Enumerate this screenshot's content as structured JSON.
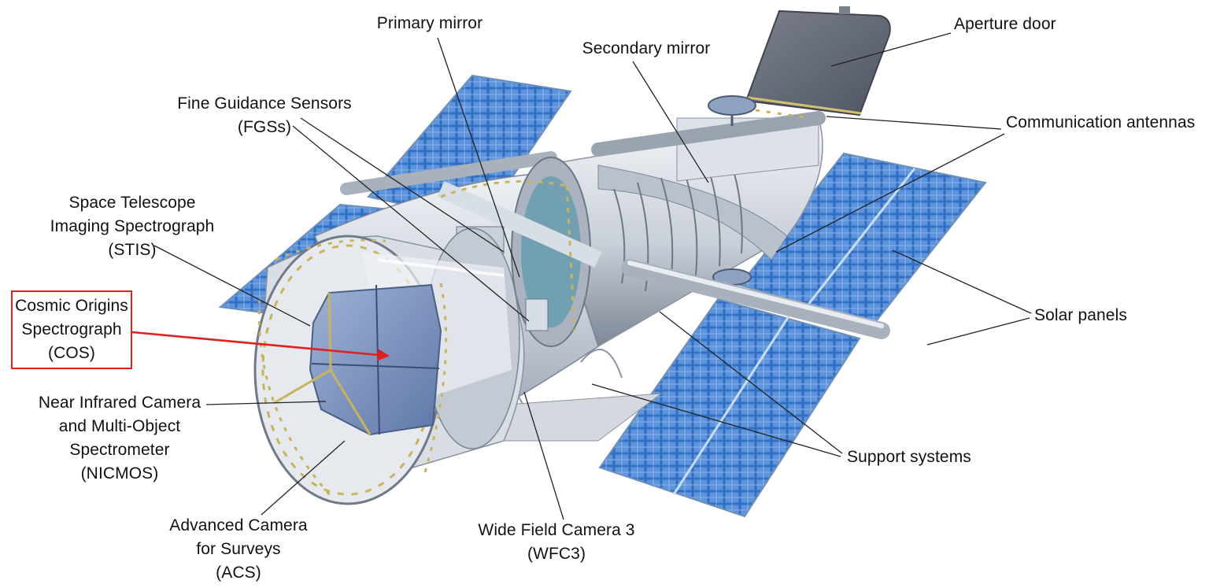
{
  "labels": {
    "primary_mirror": "Primary mirror",
    "secondary_mirror": "Secondary mirror",
    "aperture_door": "Aperture door",
    "fgs_line1": "Fine Guidance Sensors",
    "fgs_line2": "(FGSs)",
    "communication_antennas": "Communication antennas",
    "stis_line1": "Space Telescope",
    "stis_line2": "Imaging Spectrograph",
    "stis_line3": "(STIS)",
    "cos_line1": "Cosmic Origins",
    "cos_line2": "Spectrograph",
    "cos_line3": "(COS)",
    "solar_panels": "Solar panels",
    "nicmos_line1": "Near Infrared Camera",
    "nicmos_line2": "and Multi-Object",
    "nicmos_line3": "Spectrometer",
    "nicmos_line4": "(NICMOS)",
    "support_systems": "Support systems",
    "acs_line1": "Advanced Camera",
    "acs_line2": "for Surveys",
    "acs_line3": "(ACS)",
    "wfc3_line1": "Wide Field Camera 3",
    "wfc3_line2": "(WFC3)"
  },
  "colors": {
    "highlight": "#e0201f",
    "leader_line": "#222222",
    "solar_panel_blue": "#3f7fd0",
    "solar_panel_grid": "#9cc2ee",
    "aperture_door": "#6d7280",
    "telescope_body": "#cfd5dd",
    "instrument_blue": "#7b93bf"
  }
}
